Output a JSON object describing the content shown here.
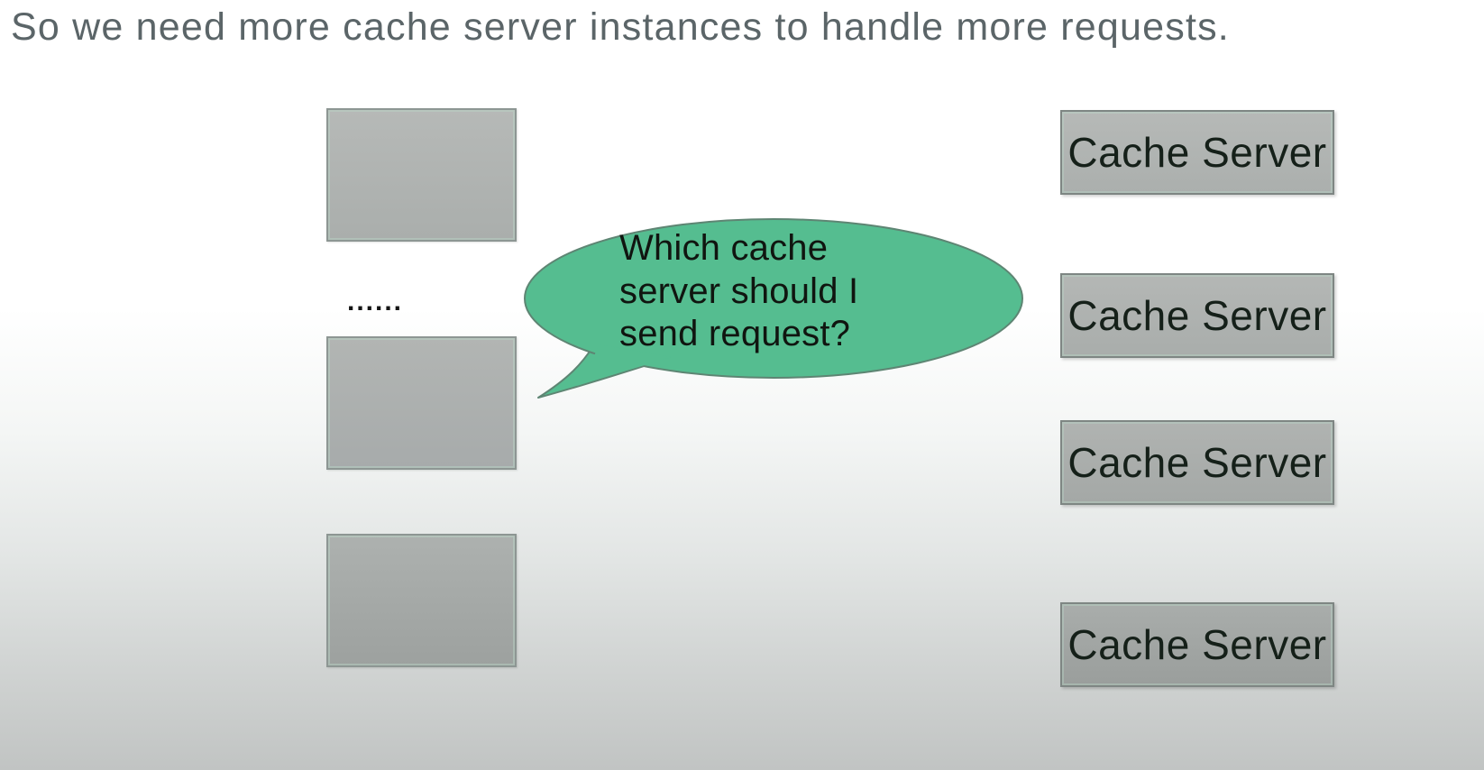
{
  "title": "So we need more cache server instances to handle more requests.",
  "left_column": {
    "ellipsis": "......"
  },
  "speech_bubble": {
    "text": "Which cache server should I send request?",
    "lines": [
      "Which cache",
      "server should I",
      "send request?"
    ],
    "fill": "#55bd90",
    "stroke": "#5e8573"
  },
  "right_column": {
    "servers": [
      {
        "label": "Cache Server"
      },
      {
        "label": "Cache Server"
      },
      {
        "label": "Cache Server"
      },
      {
        "label": "Cache Server"
      }
    ]
  },
  "colors": {
    "title_text": "#5b6568",
    "box_fill": "#b2b5b3",
    "left_box_border": "#8d9693",
    "right_box_border": "#7e8683",
    "label_text": "#152019",
    "bubble_fill": "#55bd90",
    "bubble_stroke": "#5e8573",
    "bubble_text": "#101510",
    "background_top": "#ffffff",
    "background_bottom": "#c1c4c3"
  }
}
